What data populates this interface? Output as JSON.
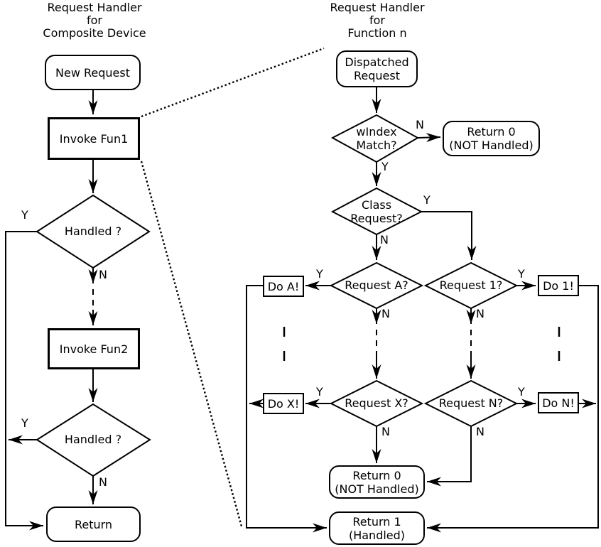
{
  "diagram": {
    "background": "#ffffff",
    "stroke_color": "#000000",
    "branch": {
      "yes": "Y",
      "no": "N"
    },
    "left": {
      "title": "Request Handler\nfor\nComposite Device",
      "new_request": "New Request",
      "invoke_fun1": "Invoke Fun1",
      "handled_1": "Handled ?",
      "invoke_fun2": "Invoke Fun2",
      "handled_2": "Handled ?",
      "return": "Return"
    },
    "right": {
      "title": "Request Handler\nfor\nFunction n",
      "dispatched_request": "Dispatched\nRequest",
      "windex_match": "wIndex\nMatch?",
      "return0_top": "Return 0\n(NOT Handled)",
      "class_request": "Class\nRequest?",
      "request_a": "Request A?",
      "request_1": "Request 1?",
      "do_a": "Do A!",
      "do_1": "Do 1!",
      "request_x": "Request X?",
      "request_n": "Request N?",
      "do_x": "Do X!",
      "do_n": "Do N!",
      "return0_bottom": "Return 0\n(NOT Handled)",
      "return1": "Return 1\n(Handled)"
    }
  }
}
